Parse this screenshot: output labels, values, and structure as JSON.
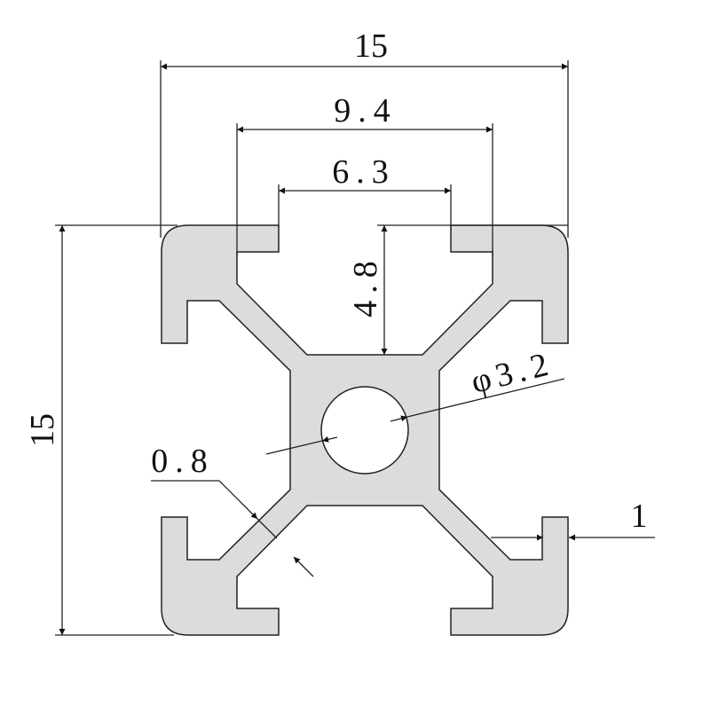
{
  "drawing": {
    "dimensions": {
      "overall_width": "15",
      "slot_outer_width": "9.4",
      "slot_opening": "6.3",
      "slot_depth": "4.8",
      "overall_height": "15",
      "bore_diameter": "φ3.2",
      "web_thickness": "0.8",
      "lip_thickness": "1"
    },
    "colors": {
      "profile_fill": "#dcdcdc",
      "line": "#222222"
    }
  }
}
